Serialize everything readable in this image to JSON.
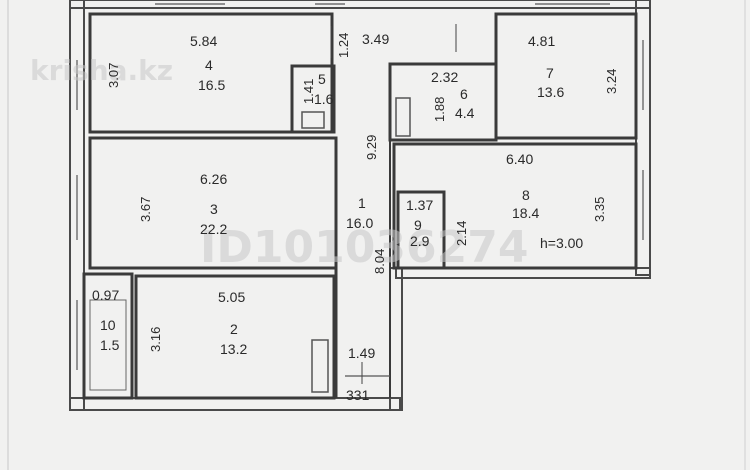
{
  "watermarks": {
    "site": "krisha.kz",
    "listing_id": "ID101036274"
  },
  "rooms": [
    {
      "key": "r4",
      "number": "4",
      "area": "16.5",
      "width": "5.84",
      "depth": "3.07"
    },
    {
      "key": "r5",
      "number": "5",
      "area": "1.6",
      "width": "1.41"
    },
    {
      "key": "r6",
      "number": "6",
      "area": "4.4",
      "width": "2.32",
      "depth": "1.88"
    },
    {
      "key": "r7",
      "number": "7",
      "area": "13.6",
      "width": "4.81",
      "depth": "3.24"
    },
    {
      "key": "r3",
      "number": "3",
      "area": "22.2",
      "width": "6.26",
      "depth": "3.67"
    },
    {
      "key": "r1",
      "number": "1",
      "area": "16.0",
      "depth": "9.29",
      "length": "8.04"
    },
    {
      "key": "r9",
      "number": "9",
      "area": "2.9",
      "width": "1.37",
      "depth": "2.14"
    },
    {
      "key": "r8",
      "number": "8",
      "area": "18.4",
      "width": "6.40",
      "depth": "3.35"
    },
    {
      "key": "r10",
      "number": "10",
      "area": "1.5",
      "width": "0.97"
    },
    {
      "key": "r2",
      "number": "2",
      "area": "13.2",
      "width": "5.05",
      "depth": "3.16"
    }
  ],
  "dimensions": {
    "top_corridor_width": "3.49",
    "top_corridor_depth": "1.24",
    "entrance_width": "1.49",
    "entrance_offset": "331",
    "ceiling_height": "h=3.00"
  }
}
